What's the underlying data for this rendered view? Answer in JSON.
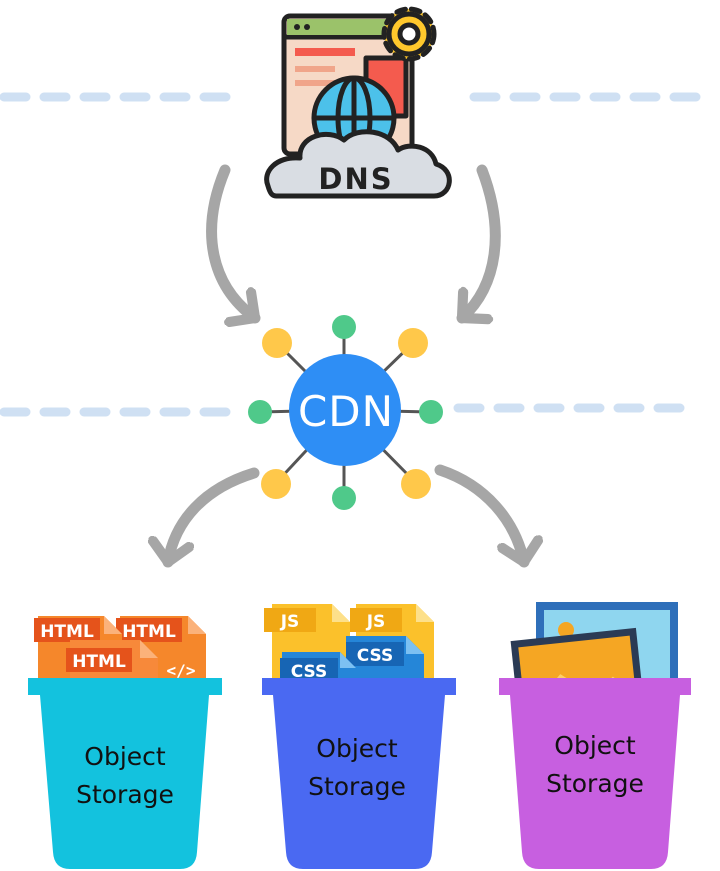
{
  "dns": {
    "label": "DNS"
  },
  "cdn": {
    "label": "CDN"
  },
  "buckets": [
    {
      "line1": "Object",
      "line2": "Storage",
      "color": "#13c2de",
      "files": [
        {
          "tag": "HTML",
          "accent": "</>"
        },
        {
          "tag": "HTML"
        },
        {
          "tag": "HTML"
        }
      ]
    },
    {
      "line1": "Object",
      "line2": "Storage",
      "color": "#4a69f2",
      "files": [
        {
          "tag": "JS"
        },
        {
          "tag": "JS"
        },
        {
          "tag": "CSS"
        },
        {
          "tag": "CSS"
        }
      ]
    },
    {
      "line1": "Object",
      "line2": "Storage",
      "color": "#c75fe0",
      "files": []
    }
  ],
  "colors": {
    "guide_dash": "#cfe0f3",
    "arrow": "#a6a6a6",
    "cdn_blue": "#2e8ef5",
    "node_yellow": "#ffc84a",
    "node_green": "#4fc98a",
    "html_orange": "#f0621e",
    "js_yellow": "#fbc12b",
    "css_blue": "#1e77c9"
  }
}
